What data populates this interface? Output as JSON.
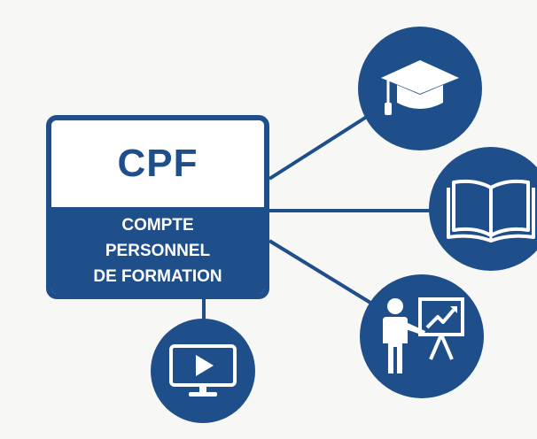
{
  "main_box": {
    "acronym": "CPF",
    "subtitle_lines": [
      "COMPTE",
      "PERSONNEL",
      "DE FORMATION"
    ]
  },
  "nodes": [
    {
      "icon": "graduation-cap-icon"
    },
    {
      "icon": "open-book-icon"
    },
    {
      "icon": "teacher-presentation-icon"
    },
    {
      "icon": "monitor-play-icon"
    }
  ],
  "colors": {
    "primary": "#1f4f8b",
    "background": "#f7f7f5",
    "icon_fill": "#ffffff"
  }
}
